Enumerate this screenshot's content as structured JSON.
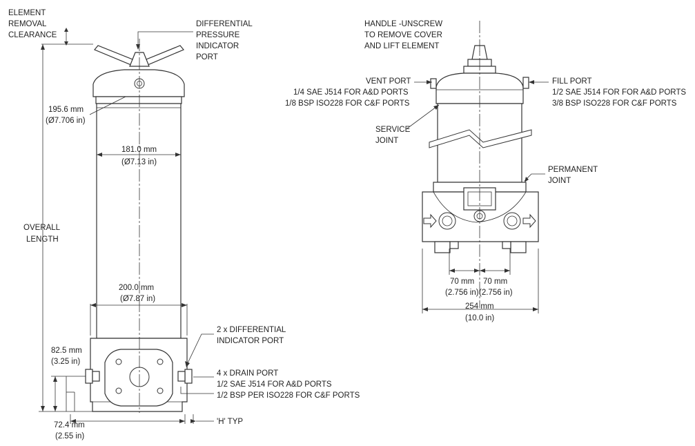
{
  "labels": {
    "element_removal": [
      "ELEMENT",
      "REMOVAL",
      "CLEARANCE"
    ],
    "diff_pressure_port": [
      "DIFFERENTIAL",
      "PRESSURE",
      "INDICATOR",
      "PORT"
    ],
    "dim_195": [
      "195.6 mm",
      "(Ø7.706 in)"
    ],
    "dim_181": [
      "181.0 mm",
      "(Ø7.13 in)"
    ],
    "overall_length": [
      "OVERALL",
      "LENGTH"
    ],
    "dim_200": [
      "200.0 mm",
      "(Ø7.87 in)"
    ],
    "two_diff_port": [
      "2 x DIFFERENTIAL",
      "INDICATOR PORT"
    ],
    "dim_82": [
      "82.5 mm",
      "(3.25 in)"
    ],
    "drain_port": [
      "4 x DRAIN PORT",
      "1/2 SAE J514 FOR A&D PORTS",
      "1/2 BSP PER ISO228 FOR C&F PORTS"
    ],
    "h_typ": "'H' TYP",
    "dim_72": [
      "72.4 mm",
      "(2.55 in)"
    ],
    "handle": [
      "HANDLE -UNSCREW",
      "TO REMOVE COVER",
      "AND LIFT ELEMENT"
    ],
    "vent_port": [
      "VENT PORT",
      "1/4 SAE J514 FOR A&D PORTS",
      "1/8 BSP ISO228 FOR C&F PORTS"
    ],
    "fill_port": [
      "FILL PORT",
      "1/2 SAE J514 FOR FOR A&D PORTS",
      "3/8 BSP ISO228 FOR C&F PORTS"
    ],
    "service_joint": [
      "SERVICE",
      "JOINT"
    ],
    "permanent_joint": [
      "PERMANENT",
      "JOINT"
    ],
    "dim_70_left": [
      "70 mm",
      "(2.756 in)"
    ],
    "dim_70_right": [
      "70 mm",
      "(2.756 in)"
    ],
    "dim_254": [
      "254 mm",
      "(10.0 in)"
    ]
  }
}
